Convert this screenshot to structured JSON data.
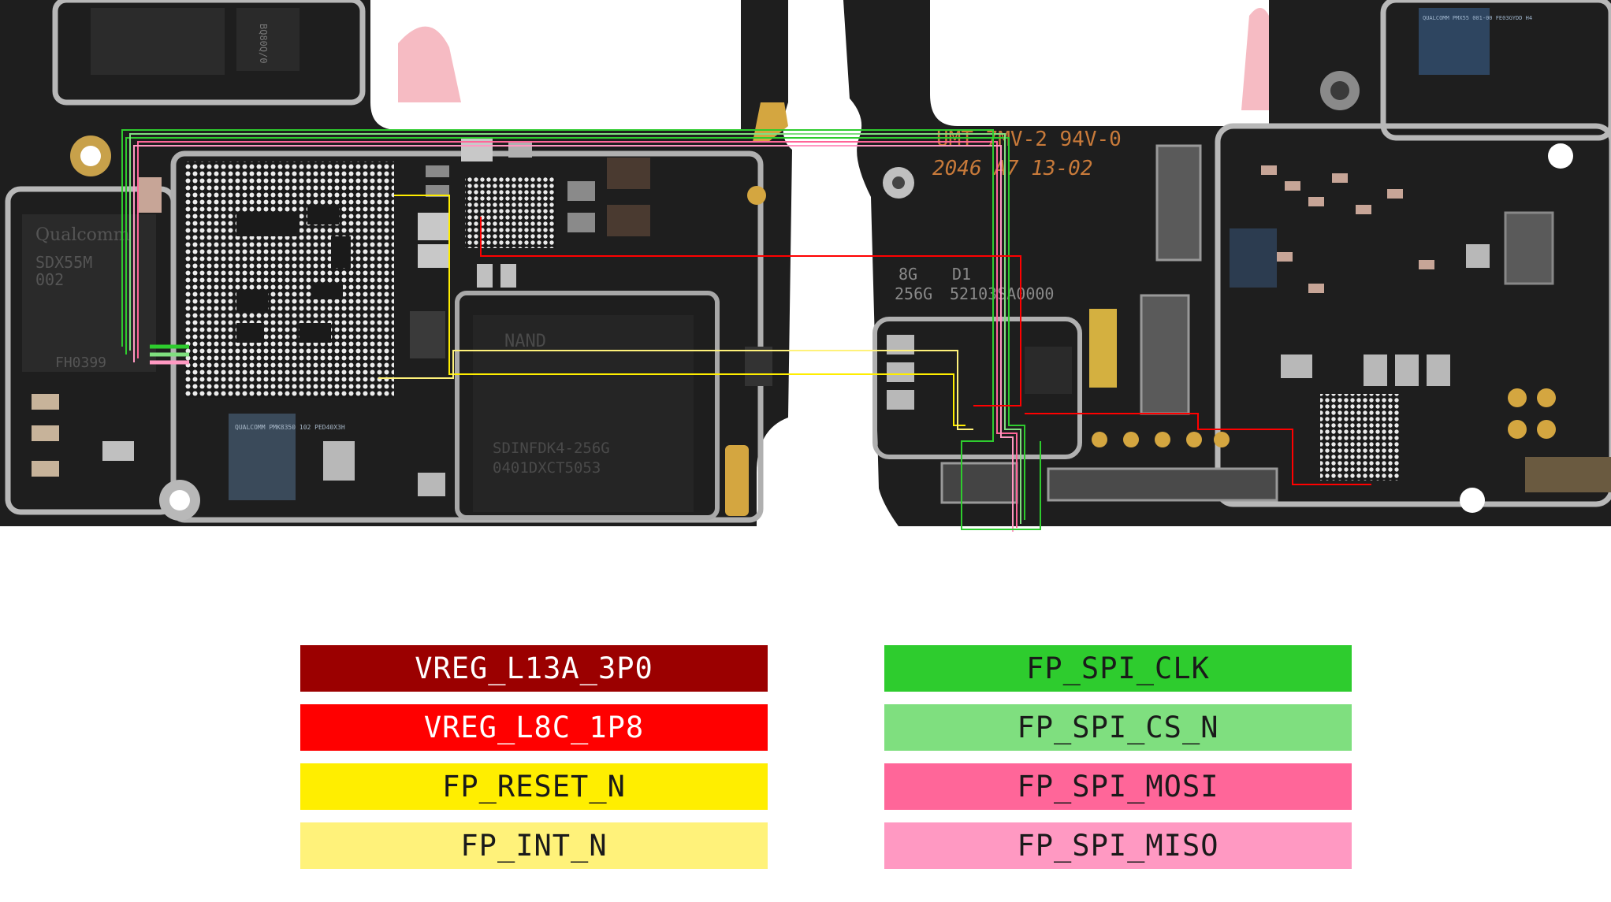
{
  "board_labels": {
    "left_modem_chip": "SDX55M",
    "left_modem_chip_sub": "002",
    "left_modem_brand": "Qualcomm",
    "left_modem_code": "FH0399",
    "nand_label": "NAND",
    "nand_part": "SDINFDK4-256G",
    "nand_code": "0401DXCT5053",
    "pmic_left_text": "QUALCOMM PMK8350 102 PED40X3H",
    "right_marking_line1": "UMT 7MV-2 94V-0",
    "right_marking_line2": "2046 A7 13-02",
    "memory_size": "8G",
    "storage_size": "256G",
    "revision": "D1",
    "board_code": "52103SA0000",
    "right_top_chip": "QUALCOMM PMX55 001-00 FE03GYDD H4"
  },
  "legend": [
    {
      "label": "VREG_L13A_3P0",
      "color": "#9b0000",
      "text_color": "#ffffff"
    },
    {
      "label": "FP_SPI_CLK",
      "color": "#2ecc2e",
      "text_color": "#1a1a1a"
    },
    {
      "label": "VREG_L8C_1P8",
      "color": "#ff0000",
      "text_color": "#ffffff"
    },
    {
      "label": "FP_SPI_CS_N",
      "color": "#7fdf7f",
      "text_color": "#1a1a1a"
    },
    {
      "label": "FP_RESET_N",
      "color": "#ffee00",
      "text_color": "#1a1a1a"
    },
    {
      "label": "FP_SPI_MOSI",
      "color": "#ff6699",
      "text_color": "#1a1a1a"
    },
    {
      "label": "FP_INT_N",
      "color": "#fff27a",
      "text_color": "#1a1a1a"
    },
    {
      "label": "FP_SPI_MISO",
      "color": "#ff99c2",
      "text_color": "#1a1a1a"
    }
  ]
}
